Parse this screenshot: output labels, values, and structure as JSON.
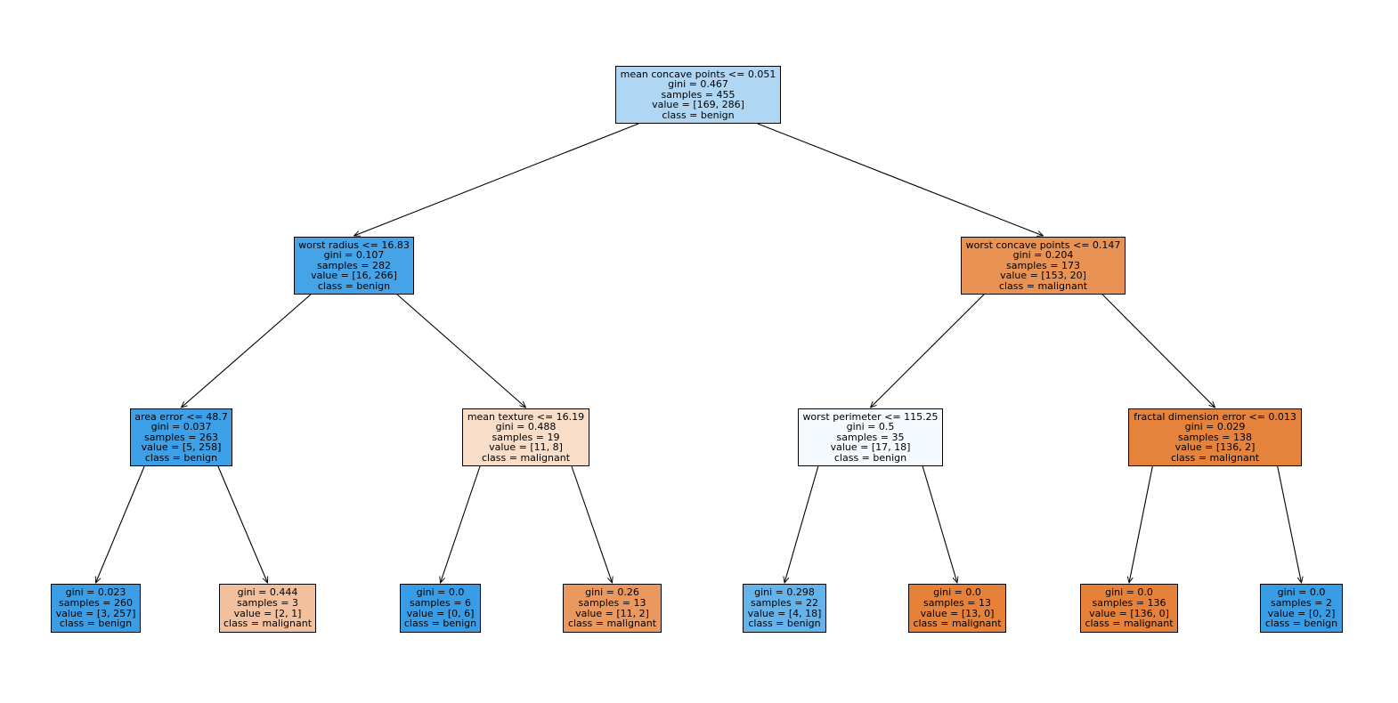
{
  "tree": {
    "nodes": [
      {
        "id": "n0",
        "lines": [
          "mean concave points <= 0.051",
          "gini = 0.467",
          "samples = 455",
          "value = [169, 286]",
          "class = benign"
        ],
        "color": "#afd7f4"
      },
      {
        "id": "n1",
        "lines": [
          "worst radius <= 16.83",
          "gini = 0.107",
          "samples = 282",
          "value = [16, 266]",
          "class = benign"
        ],
        "color": "#45a3e7"
      },
      {
        "id": "n2",
        "lines": [
          "area error <= 48.7",
          "gini = 0.037",
          "samples = 263",
          "value = [5, 258]",
          "class = benign"
        ],
        "color": "#3d9fe6"
      },
      {
        "id": "n3",
        "lines": [
          "gini = 0.023",
          "samples = 260",
          "value = [3, 257]",
          "class = benign"
        ],
        "color": "#3b9ee5"
      },
      {
        "id": "n4",
        "lines": [
          "gini = 0.444",
          "samples = 3",
          "value = [2, 1]",
          "class = malignant"
        ],
        "color": "#f2c09c"
      },
      {
        "id": "n5",
        "lines": [
          "mean texture <= 16.19",
          "gini = 0.488",
          "samples = 19",
          "value = [11, 8]",
          "class = malignant"
        ],
        "color": "#f8ddc9"
      },
      {
        "id": "n6",
        "lines": [
          "gini = 0.0",
          "samples = 6",
          "value = [0, 6]",
          "class = benign"
        ],
        "color": "#399de5"
      },
      {
        "id": "n7",
        "lines": [
          "gini = 0.26",
          "samples = 13",
          "value = [11, 2]",
          "class = malignant"
        ],
        "color": "#ea985d"
      },
      {
        "id": "n8",
        "lines": [
          "worst concave points <= 0.147",
          "gini = 0.204",
          "samples = 173",
          "value = [153, 20]",
          "class = malignant"
        ],
        "color": "#e89253"
      },
      {
        "id": "n9",
        "lines": [
          "worst perimeter <= 115.25",
          "gini = 0.5",
          "samples = 35",
          "value = [17, 18]",
          "class = benign"
        ],
        "color": "#f4fafe"
      },
      {
        "id": "n10",
        "lines": [
          "gini = 0.298",
          "samples = 22",
          "value = [4, 18]",
          "class = benign"
        ],
        "color": "#65b3eb"
      },
      {
        "id": "n11",
        "lines": [
          "gini = 0.0",
          "samples = 13",
          "value = [13, 0]",
          "class = malignant"
        ],
        "color": "#e58139"
      },
      {
        "id": "n12",
        "lines": [
          "fractal dimension error <= 0.013",
          "gini = 0.029",
          "samples = 138",
          "value = [136, 2]",
          "class = malignant"
        ],
        "color": "#e5833c"
      },
      {
        "id": "n13",
        "lines": [
          "gini = 0.0",
          "samples = 136",
          "value = [136, 0]",
          "class = malignant"
        ],
        "color": "#e58139"
      },
      {
        "id": "n14",
        "lines": [
          "gini = 0.0",
          "samples = 2",
          "value = [0, 2]",
          "class = benign"
        ],
        "color": "#399de5"
      }
    ],
    "edges": [
      [
        "n0",
        "n1"
      ],
      [
        "n0",
        "n8"
      ],
      [
        "n1",
        "n2"
      ],
      [
        "n1",
        "n5"
      ],
      [
        "n2",
        "n3"
      ],
      [
        "n2",
        "n4"
      ],
      [
        "n5",
        "n6"
      ],
      [
        "n5",
        "n7"
      ],
      [
        "n8",
        "n9"
      ],
      [
        "n8",
        "n12"
      ],
      [
        "n9",
        "n10"
      ],
      [
        "n9",
        "n11"
      ],
      [
        "n12",
        "n13"
      ],
      [
        "n12",
        "n14"
      ]
    ]
  }
}
